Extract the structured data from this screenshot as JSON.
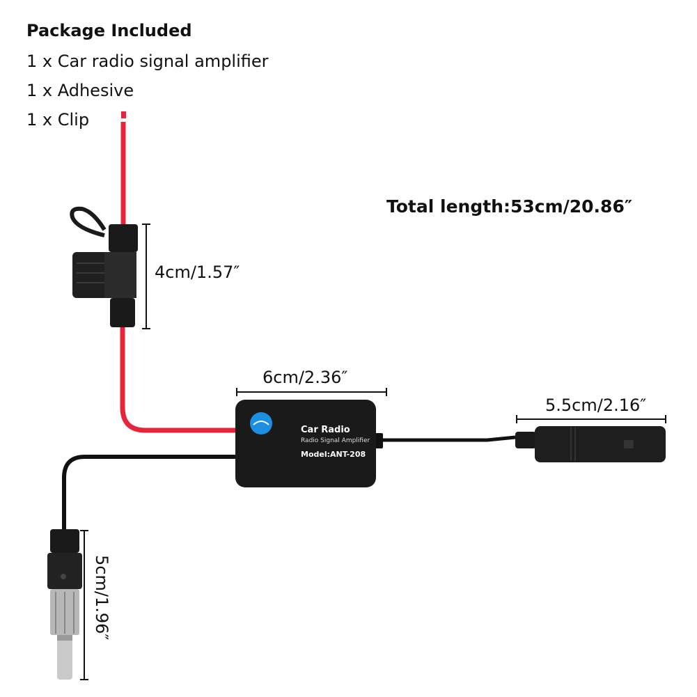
{
  "package": {
    "title": "Package Included",
    "items": [
      "1 x Car radio signal amplifier",
      "1 x Adhesive",
      "1 x Clip"
    ]
  },
  "total_length": "Total length:53cm/20.86″",
  "dimensions": {
    "fuse_holder": "4cm/1.57″",
    "amplifier_box": "6cm/2.36″",
    "female_connector": "5.5cm/2.16″",
    "male_plug": "5cm/1.96″"
  },
  "amplifier": {
    "title": "Car Radio",
    "subtitle": "Radio Signal Amplifier",
    "model": "Model:ANT-208"
  },
  "colors": {
    "wire_red": "#e8243a",
    "wire_black": "#111111",
    "body_black": "#1a1a1a",
    "logo_blue": "#1d8fe0"
  }
}
